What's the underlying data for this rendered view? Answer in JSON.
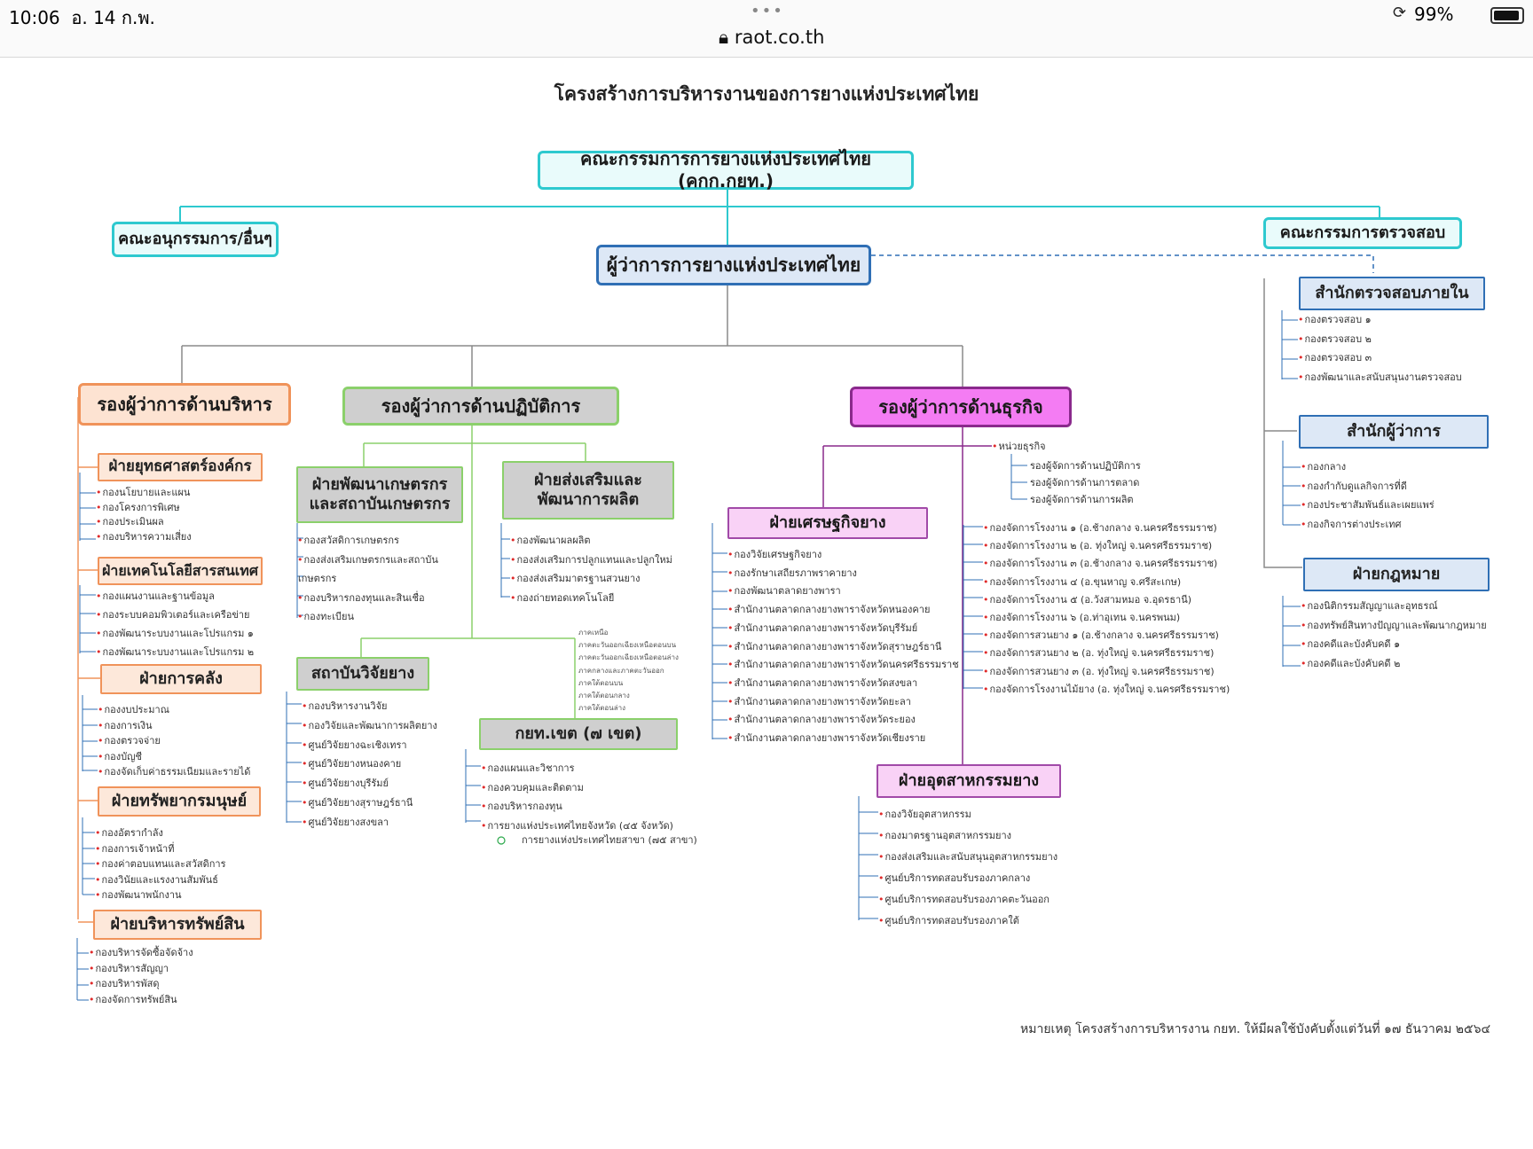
{
  "status_bar": {
    "time": "10:06",
    "date": "อ. 14 ก.พ.",
    "dots": "•••",
    "url": "raot.co.th",
    "battery": "99%"
  },
  "title": "โครงสร้างการบริหารงานของการยางแห่งประเทศไทย",
  "board": "คณะกรรมการการยางแห่งประเทศไทย (คกก.กยท.)",
  "subcommittee": "คณะอนุกรรมการ/อื่นๆ",
  "audit_committee": "คณะกรรมการตรวจสอบ",
  "governor": "ผู้ว่าการการยางแห่งประเทศไทย",
  "internal_audit": {
    "title": "สำนักตรวจสอบภายใน",
    "items": [
      "กองตรวจสอบ ๑",
      "กองตรวจสอบ ๒",
      "กองตรวจสอบ ๓",
      "กองพัฒนาและสนับสนุนงานตรวจสอบ"
    ]
  },
  "governor_office": {
    "title": "สำนักผู้ว่าการ",
    "items": [
      "กองกลาง",
      "กองกำกับดูแลกิจการที่ดี",
      "กองประชาสัมพันธ์และเผยแพร่",
      "กองกิจการต่างประเทศ"
    ]
  },
  "legal": {
    "title": "ฝ่ายกฎหมาย",
    "items": [
      "กองนิติกรรมสัญญาและอุทธรณ์",
      "กองทรัพย์สินทางปัญญาและพัฒนากฎหมาย",
      "กองคดีและบังคับคดี ๑",
      "กองคดีและบังคับคดี ๒"
    ]
  },
  "deputy_admin": {
    "title": "รองผู้ว่าการด้านบริหาร",
    "divisions": [
      {
        "title": "ฝ่ายยุทธศาสตร์องค์กร",
        "items": [
          "กองนโยบายและแผน",
          "กองโครงการพิเศษ",
          "กองประเมินผล",
          "กองบริหารความเสี่ยง"
        ]
      },
      {
        "title": "ฝ่ายเทคโนโลยีสารสนเทศ",
        "items": [
          "กองแผนงานและฐานข้อมูล",
          "กองระบบคอมพิวเตอร์และเครือข่าย",
          "กองพัฒนาระบบงานและโปรแกรม ๑",
          "กองพัฒนาระบบงานและโปรแกรม ๒"
        ]
      },
      {
        "title": "ฝ่ายการคลัง",
        "items": [
          "กองงบประมาณ",
          "กองการเงิน",
          "กองตรวจจ่าย",
          "กองบัญชี",
          "กองจัดเก็บค่าธรรมเนียมและรายได้"
        ]
      },
      {
        "title": "ฝ่ายทรัพยากรมนุษย์",
        "items": [
          "กองอัตรากำลัง",
          "กองการเจ้าหน้าที่",
          "กองค่าตอบแทนและสวัสดิการ",
          "กองวินัยและแรงงานสัมพันธ์",
          "กองพัฒนาพนักงาน"
        ]
      },
      {
        "title": "ฝ่ายบริหารทรัพย์สิน",
        "items": [
          "กองบริหารจัดซื้อจัดจ้าง",
          "กองบริหารสัญญา",
          "กองบริหารพัสดุ",
          "กองจัดการทรัพย์สิน"
        ]
      }
    ]
  },
  "deputy_ops": {
    "title": "รองผู้ว่าการด้านปฏิบัติการ",
    "farmer_dev": {
      "title_1": "ฝ่ายพัฒนาเกษตรกร",
      "title_2": "และสถาบันเกษตรกร",
      "items": [
        "กองสวัสดิการเกษตรกร",
        "กองส่งเสริมเกษตรกรและสถาบัน",
        "เกษตรกร",
        "กองบริหารกองทุนและสินเชื่อ",
        "กองทะเบียน"
      ]
    },
    "production": {
      "title_1": "ฝ่ายส่งเสริมและ",
      "title_2": "พัฒนาการผลิต",
      "items": [
        "กองพัฒนาผลผลิต",
        "กองส่งเสริมการปลูกแทนและปลูกใหม่",
        "กองส่งเสริมมาตรฐานสวนยาง",
        "กองถ่ายทอดเทคโนโลยี"
      ]
    },
    "research": {
      "title": "สถาบันวิจัยยาง",
      "items": [
        "กองบริหารงานวิจัย",
        "กองวิจัยและพัฒนาการผลิตยาง",
        "ศูนย์วิจัยยางฉะเชิงเทรา",
        "ศูนย์วิจัยยางหนองคาย",
        "ศูนย์วิจัยยางบุรีรัมย์",
        "ศูนย์วิจัยยางสุราษฎร์ธานี",
        "ศูนย์วิจัยยางสงขลา"
      ]
    },
    "regions_note": [
      "ภาคเหนือ",
      "ภาคตะวันออกเฉียงเหนือตอนบน",
      "ภาคตะวันออกเฉียงเหนือตอนล่าง",
      "ภาคกลางและภาคตะวันออก",
      "ภาคใต้ตอนบน",
      "ภาคใต้ตอนกลาง",
      "ภาคใต้ตอนล่าง"
    ],
    "zones": {
      "title": "กยท.เขต (๗ เขต)",
      "items": [
        "กองแผนและวิชาการ",
        "กองควบคุมและติดตาม",
        "กองบริหารกองทุน",
        "การยางแห่งประเทศไทยจังหวัด (๔๕ จังหวัด)"
      ],
      "branch": "การยางแห่งประเทศไทยสาขา (๗๕ สาขา)"
    }
  },
  "deputy_business": {
    "title": "รองผู้ว่าการด้านธุรกิจ",
    "business_unit": {
      "title": "หน่วยธุรกิจ",
      "items": [
        "รองผู้จัดการด้านปฏิบัติการ",
        "รองผู้จัดการด้านการตลาด",
        "รองผู้จัดการด้านการผลิต"
      ]
    },
    "economics": {
      "title": "ฝ่ายเศรษฐกิจยาง",
      "items": [
        "กองวิจัยเศรษฐกิจยาง",
        "กองรักษาเสถียรภาพราคายาง",
        "กองพัฒนาตลาดยางพารา",
        "สำนักงานตลาดกลางยางพาราจังหวัดหนองคาย",
        "สำนักงานตลาดกลางยางพาราจังหวัดบุรีรัมย์",
        "สำนักงานตลาดกลางยางพาราจังหวัดสุราษฎร์ธานี",
        "สำนักงานตลาดกลางยางพาราจังหวัดนครศรีธรรมราช",
        "สำนักงานตลาดกลางยางพาราจังหวัดสงขลา",
        "สำนักงานตลาดกลางยางพาราจังหวัดยะลา",
        "สำนักงานตลาดกลางยางพาราจังหวัดระยอง",
        "สำนักงานตลาดกลางยางพาราจังหวัดเชียงราย"
      ]
    },
    "factories": [
      "กองจัดการโรงงาน ๑ (อ.ช้างกลาง จ.นครศรีธรรมราช)",
      "กองจัดการโรงงาน ๒ (อ. ทุ่งใหญ่ จ.นครศรีธรรมราช)",
      "กองจัดการโรงงาน ๓ (อ.ช้างกลาง จ.นครศรีธรรมราช)",
      "กองจัดการโรงงาน ๔ (อ.ขุนหาญ จ.ศรีสะเกษ)",
      "กองจัดการโรงงาน ๕ (อ.วังสามหมอ จ.อุดรธานี)",
      "กองจัดการโรงงาน ๖ (อ.ท่าอุเทน จ.นครพนม)",
      "กองจัดการสวนยาง ๑ (อ.ช้างกลาง จ.นครศรีธรรมราช)",
      "กองจัดการสวนยาง ๒ (อ. ทุ่งใหญ่ จ.นครศรีธรรมราช)",
      "กองจัดการสวนยาง ๓ (อ. ทุ่งใหญ่ จ.นครศรีธรรมราช)",
      "กองจัดการโรงงานไม้ยาง (อ. ทุ่งใหญ่ จ.นครศรีธรรมราช)"
    ],
    "industry": {
      "title": "ฝ่ายอุตสาหกรรมยาง",
      "items": [
        "กองวิจัยอุตสาหกรรม",
        "กองมาตรฐานอุตสาหกรรมยาง",
        "กองส่งเสริมและสนับสนุนอุตสาหกรรมยาง",
        "ศูนย์บริการทดสอบรับรองภาคกลาง",
        "ศูนย์บริการทดสอบรับรองภาคตะวันออก",
        "ศูนย์บริการทดสอบรับรองภาคใต้"
      ]
    }
  },
  "footnote": "หมายเหตุ   โครงสร้างการบริหารงาน กยท. ให้มีผลใช้บังคับตั้งแต่วันที่ ๑๗ ธันวาคม ๒๕๖๔",
  "colors": {
    "board": "#2ec9cf",
    "governor": "#2f6fb5",
    "admin": "#f0935a",
    "ops": "#8bd06b",
    "business": "#8a2a8c"
  }
}
